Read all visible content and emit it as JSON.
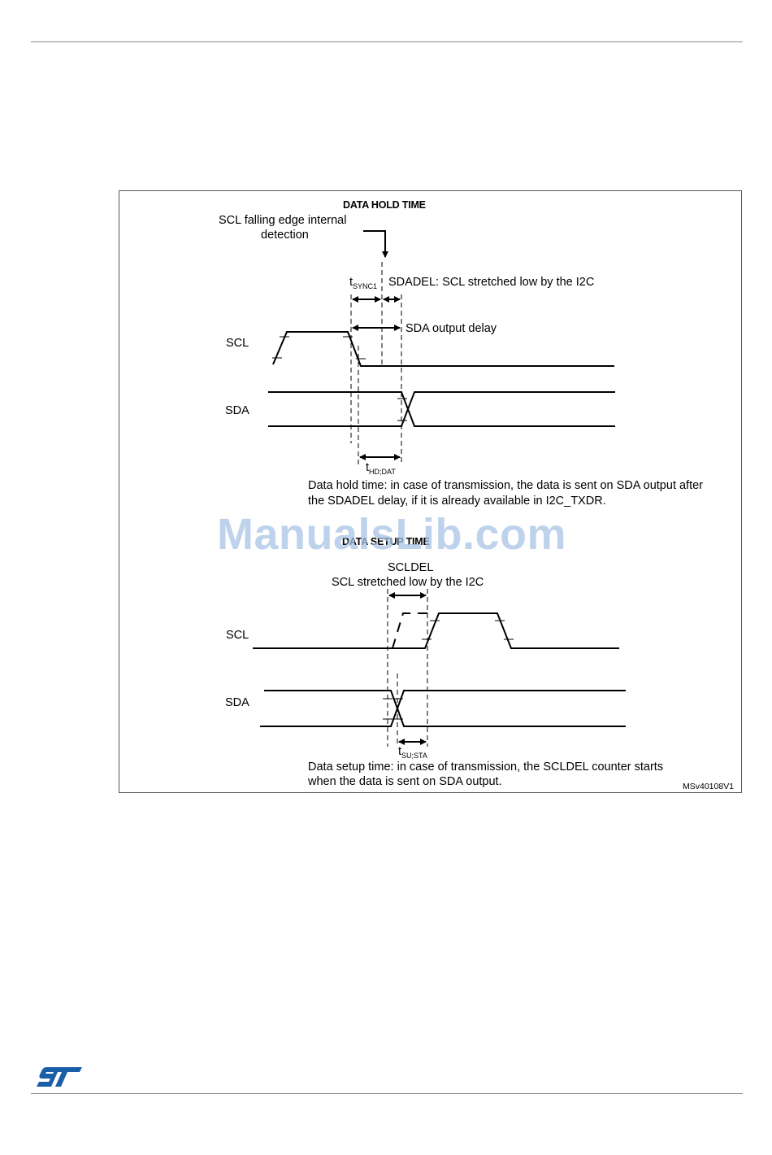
{
  "figure": {
    "hold": {
      "heading": "DATA HOLD TIME",
      "detect_label_line1": "SCL falling edge internal",
      "detect_label_line2": "detection",
      "tsync_t": "t",
      "tsync_sub": "SYNC1",
      "sdadel_label": "SDADEL: SCL stretched low by the I2C",
      "sda_output_delay_label": "SDA output delay",
      "scl_label": "SCL",
      "sda_label": "SDA",
      "thd_t": "t",
      "thd_sub": "HD;DAT",
      "caption_line1": "Data hold time: in case of transmission, the data is sent on SDA output after",
      "caption_line2": "the SDADEL delay, if it is already available in I2C_TXDR."
    },
    "setup": {
      "heading": "DATA SETUP TIME",
      "scldel_label": "SCLDEL",
      "stretched_label": "SCL stretched low by the I2C",
      "scl_label": "SCL",
      "sda_label": "SDA",
      "tsu_t": "t",
      "tsu_sub": "SU;STA",
      "caption_line1": "Data setup time: in case of transmission, the SCLDEL counter starts",
      "caption_line2": "when the data  is sent on SDA output."
    },
    "figure_id": "MSv40108V1"
  },
  "watermark": "ManualsLib.com",
  "colors": {
    "logo": "#1b5ea8",
    "watermark": "#a9c4e6",
    "rule": "#8a8a8a"
  }
}
